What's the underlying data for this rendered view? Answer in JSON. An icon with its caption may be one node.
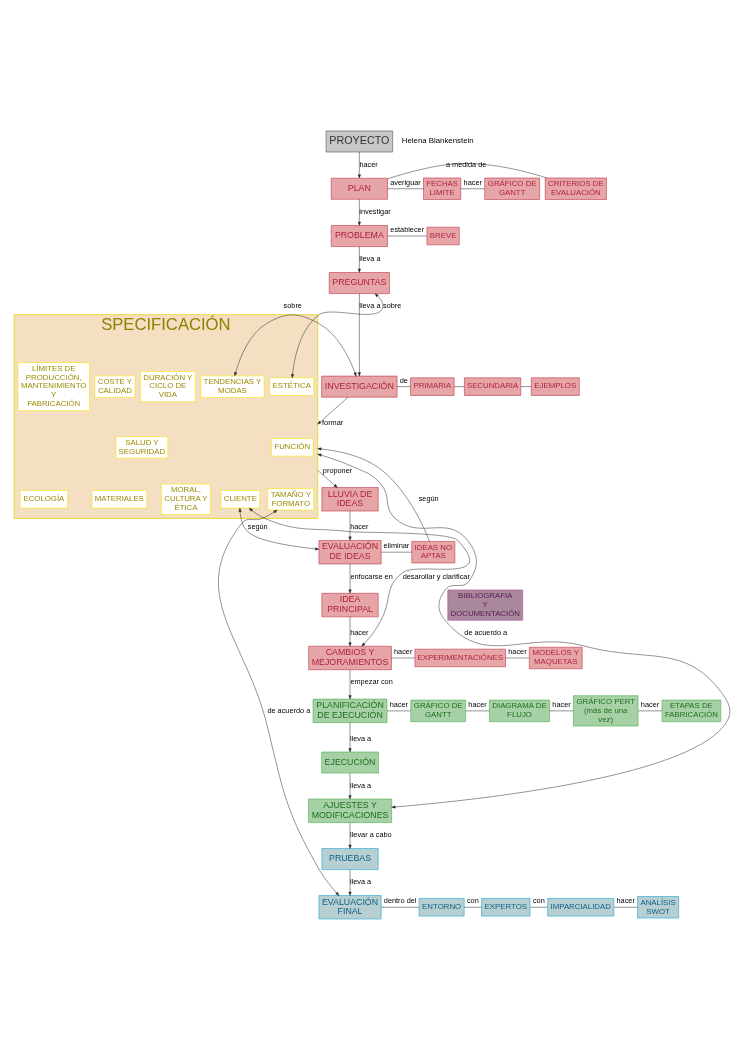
{
  "diagram": {
    "nodes": [
      {
        "text": [
          "PROYECTO"
        ]
      },
      {
        "text": [
          "CRITERIOS DE EVALUACIÓN"
        ]
      },
      {
        "text": [
          "PLAN"
        ]
      },
      {
        "text": [
          "FECHAS LIMITE"
        ]
      },
      {
        "text": [
          "GRÁFICO DE GANTT"
        ]
      },
      {
        "text": [
          "PROBLEMA"
        ]
      },
      {
        "text": [
          "BREVE"
        ]
      },
      {
        "text": [
          "PREGUNTAS"
        ]
      },
      {
        "text": [
          "INVESTIGACIÓN"
        ]
      },
      {
        "text": [
          "PRIMARIA"
        ]
      },
      {
        "text": [
          "SECUNDARIA"
        ]
      },
      {
        "text": [
          "EJEMPLOS"
        ]
      },
      {
        "text": [
          "SPECIFICACIÓN"
        ]
      },
      {
        "text": [
          "ESTÉTICA"
        ],
        "in": 12
      },
      {
        "text": [
          "TENDENCIAS Y MODAS"
        ],
        "in": 12
      },
      {
        "text": [
          "DURACIÓN Y CICLO DE VIDA"
        ],
        "in": 12
      },
      {
        "text": [
          "COSTE Y CALIDAD"
        ],
        "in": 12
      },
      {
        "text": [
          "LÍMITES DE PRODUCCIÓN, MANTENIMIENTO Y FABRICACIÓN"
        ],
        "in": 12
      },
      {
        "text": [
          "FUNCIÓN"
        ],
        "in": 12
      },
      {
        "text": [
          "SALUD Y SEGURIDAD"
        ],
        "in": 12
      },
      {
        "text": [
          "TAMAÑO Y FORMATO"
        ],
        "in": 12
      },
      {
        "text": [
          "CLIENTE"
        ],
        "in": 12
      },
      {
        "text": [
          "MORAL, CULTURA Y ÉTICA"
        ],
        "in": 12
      },
      {
        "text": [
          "MATERIALES"
        ],
        "in": 12
      },
      {
        "text": [
          "ECOLOGÍA"
        ],
        "in": 12
      },
      {
        "text": [
          "BIBLIOGRAFIA Y DOCUMENTACIÓN"
        ]
      },
      {
        "text": [
          "LLUVIA DE IDEAS"
        ]
      },
      {
        "text": [
          "EVALUACIÓN DE IDEAS"
        ]
      },
      {
        "text": [
          "IDEAS NO APTAS"
        ]
      },
      {
        "text": [
          "IDEA PRINCIPAL"
        ]
      },
      {
        "text": [
          "CAMBIOS Y MEJORAMIENTOS"
        ]
      },
      {
        "text": [
          "EXPERIMENTACIÓNES"
        ]
      },
      {
        "text": [
          "MODELOS Y MAQUETAS"
        ]
      },
      {
        "text": [
          "PLANIFICACIÓN DE EJECUCIÓN"
        ]
      },
      {
        "text": [
          "GRÁFICO DE GANTT"
        ]
      },
      {
        "text": [
          "DIAGRAMA DE FLUJO"
        ]
      },
      {
        "text": [
          "GRÁFICO PERT",
          "(más de una vez)"
        ]
      },
      {
        "text": [
          "ETAPAS DE FABRICACIÓN"
        ]
      },
      {
        "text": [
          "EJECUCIÓN"
        ]
      },
      {
        "text": [
          "AJUESTES Y MODIFICACIONES"
        ]
      },
      {
        "text": [
          "PRUEBAS"
        ]
      },
      {
        "text": [
          "EVALUACIÓN FINAL"
        ]
      },
      {
        "text": [
          "ENTORNO"
        ]
      },
      {
        "text": [
          "EXPERTOS"
        ]
      },
      {
        "text": [
          "IMPARCIALIDAD"
        ]
      },
      {
        "text": [
          "ANALÍSIS SWOT"
        ]
      }
    ],
    "edges": [
      {
        "from": 0,
        "to": 2,
        "arrow": "to",
        "label": "hacer"
      },
      {
        "from": 2,
        "to": 1,
        "arrow": "none",
        "label": "a medida de"
      },
      {
        "from": 2,
        "to": 3,
        "arrow": "none",
        "label": "averiguar"
      },
      {
        "from": 3,
        "to": 4,
        "arrow": "none",
        "label": "hacer"
      },
      {
        "from": 2,
        "to": 5,
        "arrow": "to",
        "label": "investigar"
      },
      {
        "from": 5,
        "to": 6,
        "arrow": "none",
        "label": "establecer"
      },
      {
        "from": 5,
        "to": 7,
        "arrow": "to",
        "label": "lleva a"
      },
      {
        "from": 13,
        "to": 7,
        "arrow": "both",
        "label": "sobre"
      },
      {
        "from": 7,
        "to": 8,
        "arrow": "to",
        "label": "lleva a"
      },
      {
        "from": 14,
        "to": 8,
        "arrow": "both",
        "label": "sobre"
      },
      {
        "from": 8,
        "to": 9,
        "arrow": "none",
        "label": "de"
      },
      {
        "from": 9,
        "to": 10,
        "arrow": "none"
      },
      {
        "from": 10,
        "to": 11,
        "arrow": "none"
      },
      {
        "from": 8,
        "to": 12,
        "arrow": "to",
        "label": "formar"
      },
      {
        "from": 12,
        "to": 26,
        "arrow": "to",
        "label": "proponer"
      },
      {
        "from": 26,
        "to": 27,
        "arrow": "to",
        "label": "hacer"
      },
      {
        "from": 21,
        "to": 27,
        "arrow": "both",
        "label": "según"
      },
      {
        "from": 27,
        "to": 28,
        "arrow": "none",
        "label": "eliminar"
      },
      {
        "from": 28,
        "to": 12,
        "arrow": "to",
        "label": "según"
      },
      {
        "from": 27,
        "to": 29,
        "arrow": "to",
        "label": "enfocarse en"
      },
      {
        "from": 29,
        "to": 30,
        "arrow": "to",
        "label": "hacer"
      },
      {
        "from": 21,
        "to": 30,
        "arrow": "both",
        "label": "desarollar y clarificar"
      },
      {
        "from": 30,
        "to": 31,
        "arrow": "none",
        "label": "hacer"
      },
      {
        "from": 31,
        "to": 32,
        "arrow": "none",
        "label": "hacer"
      },
      {
        "from": 30,
        "to": 33,
        "arrow": "to",
        "label": "empezar con"
      },
      {
        "from": 33,
        "to": 34,
        "arrow": "none",
        "label": "hacer"
      },
      {
        "from": 34,
        "to": 35,
        "arrow": "none",
        "label": "hacer"
      },
      {
        "from": 35,
        "to": 36,
        "arrow": "none",
        "label": "hacer"
      },
      {
        "from": 36,
        "to": 37,
        "arrow": "none",
        "label": "hacer"
      },
      {
        "from": 33,
        "to": 38,
        "arrow": "to",
        "label": "lleva a"
      },
      {
        "from": 38,
        "to": 39,
        "arrow": "to",
        "label": "lleva a"
      },
      {
        "from": 12,
        "to": 39,
        "arrow": "both",
        "label": "de acuerdo a"
      },
      {
        "from": 39,
        "to": 40,
        "arrow": "to",
        "label": "llevar a cabo"
      },
      {
        "from": 40,
        "to": 41,
        "arrow": "to",
        "label": "lleva a"
      },
      {
        "from": 20,
        "to": 41,
        "arrow": "both",
        "label": "de acuerdo a"
      },
      {
        "from": 41,
        "to": 42,
        "arrow": "none",
        "label": "dentro del"
      },
      {
        "from": 42,
        "to": 43,
        "arrow": "none",
        "label": "con"
      },
      {
        "from": 43,
        "to": 44,
        "arrow": "none",
        "label": "con"
      },
      {
        "from": 44,
        "to": 45,
        "arrow": "none",
        "label": "hacer"
      }
    ],
    "labels": [
      "Helena Blankenstein"
    ]
  }
}
